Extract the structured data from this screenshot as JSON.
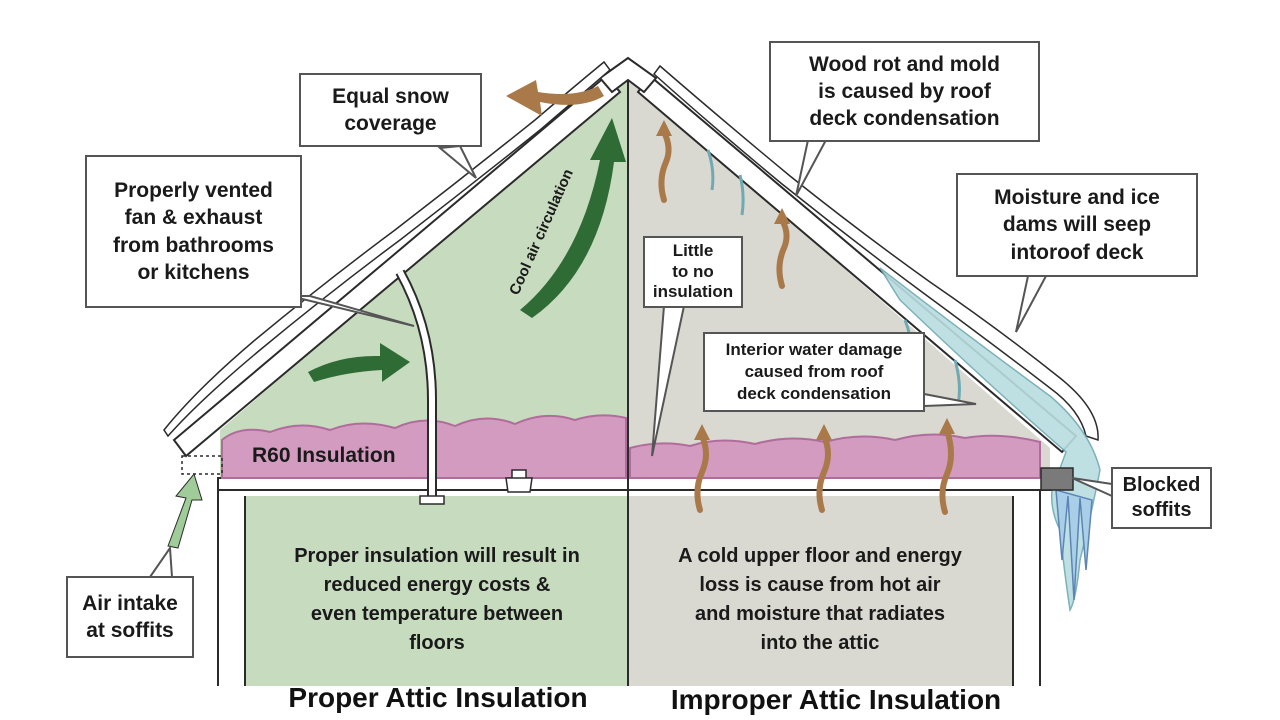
{
  "colors": {
    "proper_fill": "#c7dbbf",
    "improper_fill": "#d9d9d1",
    "insulation": "#d39bc0",
    "insulation_stroke": "#b06d9c",
    "cool_arrow": "#2f6b34",
    "warm_arrow": "#a9794a",
    "ice": "#b9dde0",
    "outline": "#2b2b2b"
  },
  "labels": {
    "r60": "R60 Insulation",
    "cool_air": "Cool air circulation"
  },
  "callouts": {
    "snow": [
      "Equal snow",
      "coverage"
    ],
    "vent": [
      "Properly vented",
      "fan & exhaust",
      "from bathrooms",
      "or kitchens"
    ],
    "air_intake": [
      "Air intake",
      "at soffits"
    ],
    "wood_rot": [
      "Wood rot and mold",
      "is caused by roof",
      "deck condensation"
    ],
    "moisture": [
      "Moisture and ice",
      "dams will seep",
      "intoroof deck"
    ],
    "little": [
      "Little",
      "to no",
      "insulation"
    ],
    "interior": [
      "Interior water damage",
      "caused from roof",
      "deck condensation"
    ],
    "blocked": [
      "Blocked",
      "soffits"
    ]
  },
  "body": {
    "proper": [
      "Proper insulation will result in",
      "reduced energy costs &",
      "even temperature between",
      "floors"
    ],
    "improper": [
      "A cold upper floor and energy",
      "loss is cause from hot air",
      "and moisture that radiates",
      "into the attic"
    ]
  },
  "titles": {
    "proper": "Proper Attic Insulation",
    "improper": "Improper Attic Insulation"
  }
}
